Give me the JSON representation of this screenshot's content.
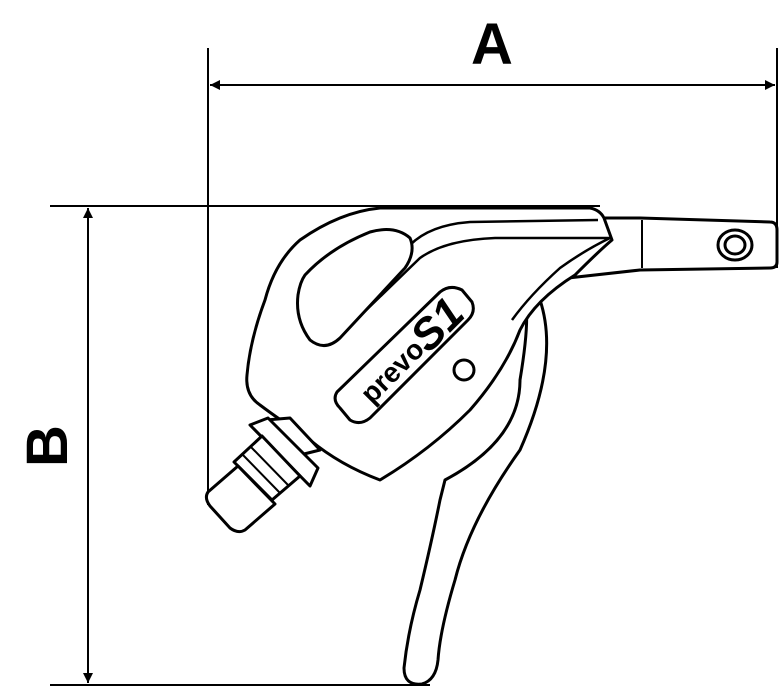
{
  "dimensions": {
    "width_label": "A",
    "height_label": "B"
  },
  "logo": {
    "brand_text": "prevo",
    "model_text": "S1"
  },
  "colors": {
    "line": "#000000",
    "background": "#ffffff"
  }
}
